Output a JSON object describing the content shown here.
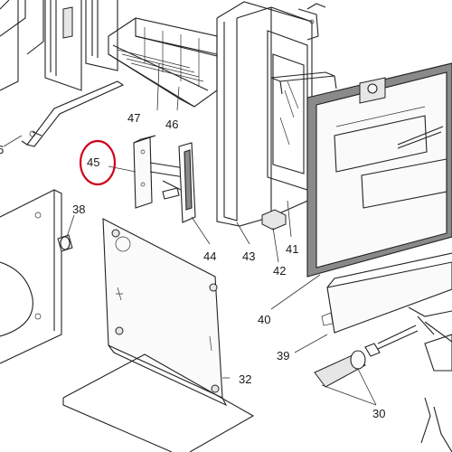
{
  "diagram": {
    "highlight_color": "#d0021b",
    "highlighted_part": "45",
    "part_labels": {
      "p30": "30",
      "p32": "32",
      "p38": "38",
      "p39": "39",
      "p40": "40",
      "p41": "41",
      "p42": "42",
      "p43": "43",
      "p44": "44",
      "p45": "45",
      "p46": "46",
      "p47": "47",
      "p6": "6"
    }
  }
}
